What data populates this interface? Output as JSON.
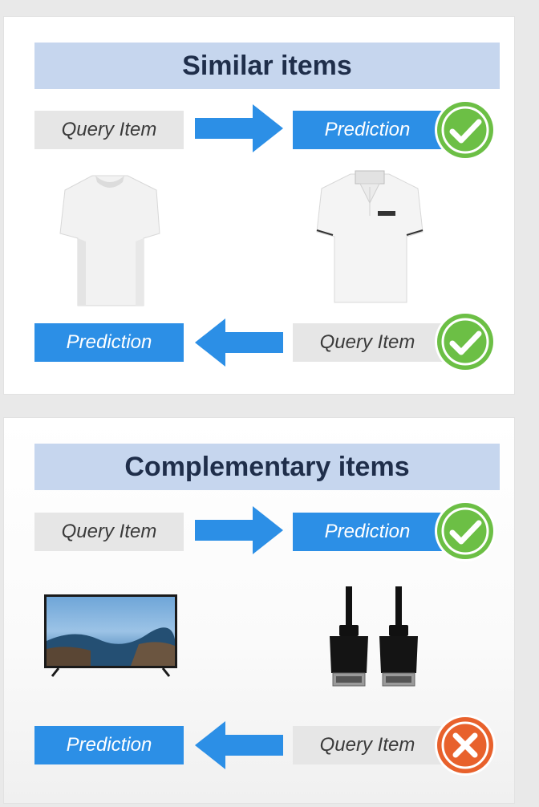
{
  "similar": {
    "title": "Similar items",
    "row1_left": "Query Item",
    "row1_right": "Prediction",
    "row1_status": "check",
    "row2_left": "Prediction",
    "row2_right": "Query Item",
    "row2_status": "check"
  },
  "complementary": {
    "title": "Complementary items",
    "row1_left": "Query Item",
    "row1_right": "Prediction",
    "row1_status": "check",
    "row2_left": "Prediction",
    "row2_right": "Query Item",
    "row2_status": "cross"
  },
  "colors": {
    "title_bar": "#c6d6ee",
    "prediction_blue": "#2c8fe6",
    "query_gray": "#e6e6e6",
    "check_green": "#6cbf45",
    "cross_orange": "#e8612c"
  },
  "icons": {
    "check": "check-circle-icon",
    "cross": "cross-circle-icon",
    "right_arrow": "arrow-right-icon",
    "left_arrow": "arrow-left-icon"
  }
}
